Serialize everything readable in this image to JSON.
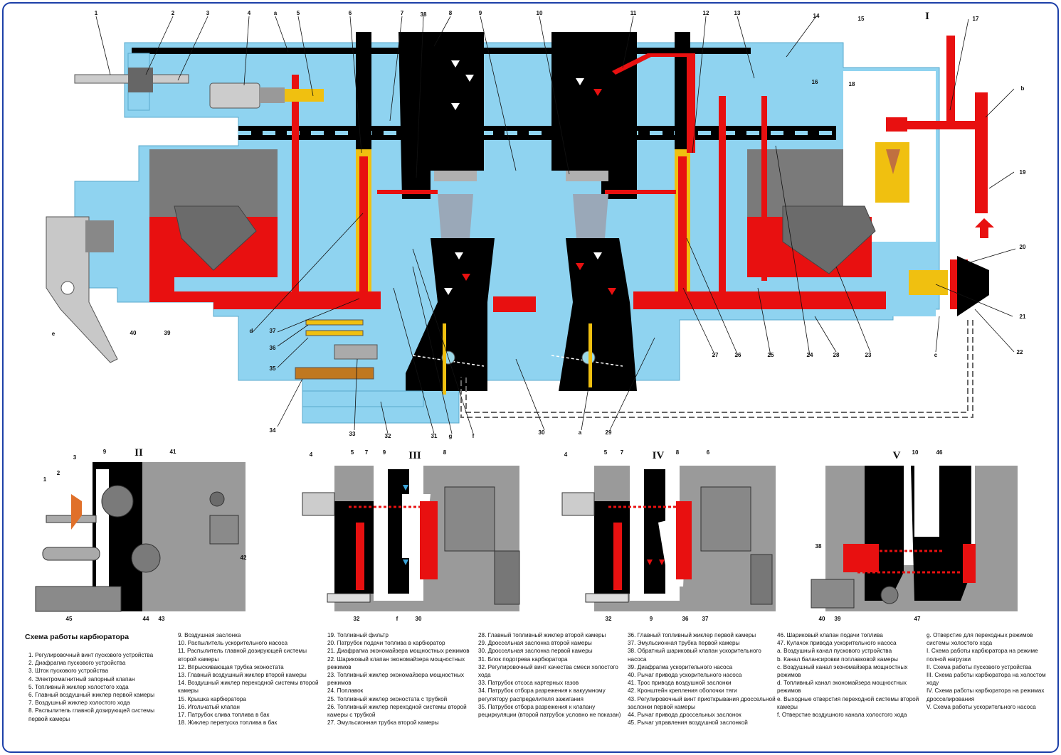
{
  "diagram": {
    "title": "Схема работы карбюратора",
    "main_labels": [
      "1",
      "2",
      "3",
      "4",
      "a",
      "5",
      "6",
      "7",
      "8",
      "9",
      "10",
      "11",
      "12",
      "13",
      "14",
      "15",
      "I",
      "17",
      "18",
      "16",
      "b",
      "19",
      "20",
      "21",
      "22",
      "c",
      "23",
      "24",
      "25",
      "26",
      "27",
      "28",
      "d",
      "37",
      "36",
      "35",
      "34",
      "33",
      "32",
      "31",
      "g",
      "f",
      "30",
      "a",
      "29",
      "e",
      "40",
      "39",
      "38"
    ],
    "roman": [
      "I",
      "II",
      "III",
      "IV",
      "V"
    ],
    "sub_labels": {
      "II": [
        "9",
        "3",
        "41",
        "2",
        "1",
        "42",
        "45",
        "44",
        "43"
      ],
      "III": [
        "4",
        "5",
        "7",
        "9",
        "8",
        "32",
        "f",
        "30"
      ],
      "IV": [
        "4",
        "5",
        "7",
        "8",
        "6",
        "32",
        "9",
        "36",
        "37"
      ],
      "V": [
        "10",
        "46",
        "38",
        "40",
        "39",
        "47"
      ]
    }
  },
  "legend": {
    "col1": [
      "1. Регулировочный винт пускового устройства",
      "2. Диафрагма пускового устройства",
      "3. Шток пускового устройства",
      "4. Электромагнитный запорный клапан",
      "5. Топливный жиклер холостого хода",
      "6. Главный воздушный жиклер первой камеры",
      "7. Воздушный жиклер холостого хода",
      "8. Распылитель главной дозирующей системы первой камеры"
    ],
    "col2": [
      "9. Воздушная заслонка",
      "10. Распылитель ускорительного насоса",
      "11. Распылитель главной дозирующей системы второй камеры",
      "12. Впрыскивающая трубка эконостата",
      "13. Главный воздушный жиклер второй камеры",
      "14. Воздушный жиклер переходной системы второй камеры",
      "15. Крышка карбюратора",
      "16. Игольчатый клапан",
      "17. Патрубок слива топлива в бак",
      "18. Жиклер перепуска топлива в бак"
    ],
    "col3": [
      "19. Топливный фильтр",
      "20. Патрубок подачи топлива в карбюратор",
      "21. Диафрагма экономайзера мощностных режимов",
      "22. Шариковый клапан экономайзера мощностных режимов",
      "23. Топливный жиклер экономайзера мощностных режимов",
      "24. Поплавок",
      "25. Топливный жиклер эконостата с трубкой",
      "26. Топливный жиклер переходной системы второй камеры с трубкой",
      "27. Эмульсионная трубка второй камеры"
    ],
    "col4": [
      "28. Главный топливный жиклер второй камеры",
      "29. Дроссельная заслонка второй камеры",
      "30. Дроссельная заслонка первой камеры",
      "31. Блок подогрева карбюратора",
      "32. Регулировочный винт качества смеси холостого хода",
      "33. Патрубок отсоса картерных газов",
      "34. Патрубок отбора разрежения к вакуумному регулятору распределителя зажигания",
      "35. Патрубок отбора разрежения к клапану рециркуляции (второй патрубок условно не показан)"
    ],
    "col5": [
      "36. Главный топливный жиклер первой камеры",
      "37. Эмульсионная трубка первой камеры",
      "38. Обратный шариковый клапан ускорительного насоса",
      "39. Диафрагма ускорительного насоса",
      "40. Рычаг привода ускорительного насоса",
      "41. Трос привода воздушной заслонки",
      "42. Кронштейн крепления оболочки тяги",
      "43. Регулировочный винт приоткрывания дроссельной заслонки первой камеры",
      "44. Рычаг привода дроссельных заслонок",
      "45. Рычаг управления воздушной заслонкой"
    ],
    "col6": [
      "46. Шариковый клапан подачи топлива",
      "47. Кулачок привода ускорительного насоса",
      "a. Воздушный канал пускового устройства",
      "b. Канал балансировки поплавковой камеры",
      "c. Воздушный канал экономайзера мощностных режимов",
      "d. Топливный канал экономайзера мощностных режимов",
      "e. Выходные отверстия переходной системы второй камеры",
      "f. Отверстие воздушного канала холостого хода"
    ],
    "col7": [
      "g. Отверстие для переходных режимов системы холостого хода",
      "I. Схема работы карбюратора на режиме полной нагрузки",
      "II. Схема работы пускового устройства",
      "III. Схема работы карбюратора на холостом ходу",
      "IV. Схема работы карбюратора на режимах дросселирования",
      "V. Схема работы ускорительного насоса"
    ]
  },
  "colors": {
    "body": "#8fd3f0",
    "fuel": "#e81010",
    "air": "#000000",
    "frame": "#1c3fa8",
    "gray": "#8a8a8a",
    "brass": "#f0c010"
  }
}
